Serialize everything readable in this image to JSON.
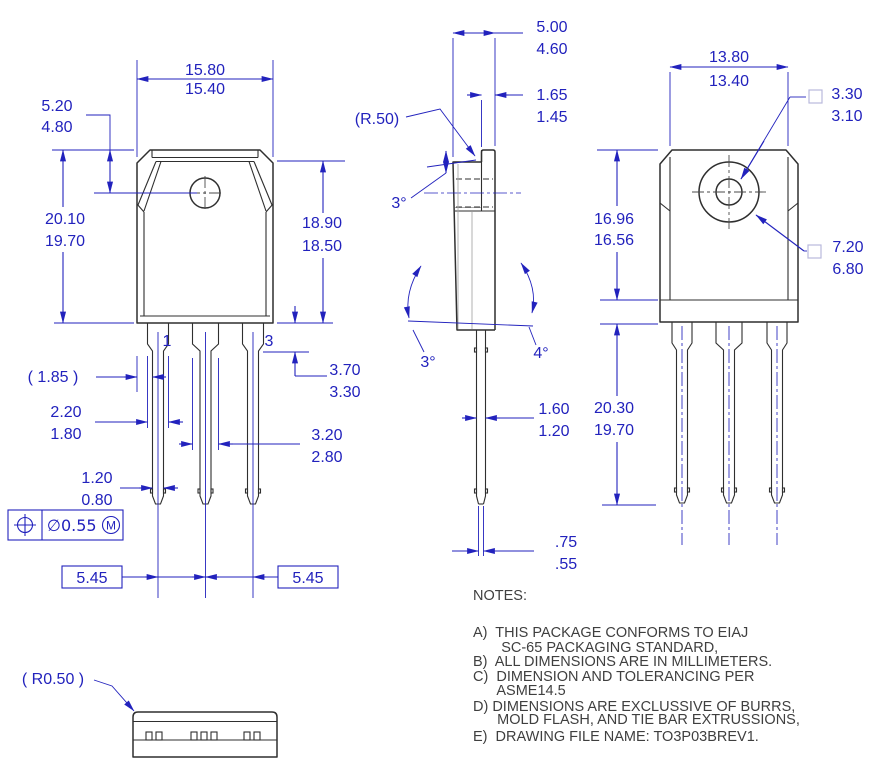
{
  "front_view": {
    "body_width": {
      "upper": "15.80",
      "lower": "15.40"
    },
    "hole_center_from_top": {
      "upper": "5.20",
      "lower": "4.80"
    },
    "overall_height": {
      "upper": "20.10",
      "lower": "19.70"
    },
    "body_height": {
      "upper": "18.90",
      "lower": "18.50"
    },
    "shoulder_length": {
      "upper": "3.70",
      "lower": "3.30"
    },
    "pin_labels": {
      "pin1": "1",
      "pin3": "3"
    },
    "edge_to_lead_ref": "( 1.85 )",
    "outer_shoulder_width": {
      "upper": "2.20",
      "lower": "1.80"
    },
    "center_shoulder_width": {
      "upper": "3.20",
      "lower": "2.80"
    },
    "lead_width": {
      "upper": "1.20",
      "lower": "0.80"
    },
    "true_position": {
      "tolerance": "∅0.55",
      "modifier": "M"
    },
    "lead_pitch_left": "5.45",
    "lead_pitch_right": "5.45"
  },
  "side_view": {
    "body_thickness": {
      "upper": "5.00",
      "lower": "4.60"
    },
    "tab_thickness": {
      "upper": "1.65",
      "lower": "1.45"
    },
    "tab_corner_radius": "(R.50)",
    "tab_draft_angle": "3°",
    "front_draft_angle": "3°",
    "back_draft_angle": "4°",
    "lead_thickness": {
      "upper": "1.60",
      "lower": "1.20"
    },
    "lead_tip_thickness": {
      "upper": ".75",
      "lower": ".55"
    }
  },
  "back_view": {
    "tab_width": {
      "upper": "13.80",
      "lower": "13.40"
    },
    "hole_diameter": {
      "upper": "3.30",
      "lower": "3.10"
    },
    "boss_diameter": {
      "upper": "7.20",
      "lower": "6.80"
    },
    "tab_height": {
      "upper": "16.96",
      "lower": "16.56"
    },
    "lead_length": {
      "upper": "20.30",
      "lower": "19.70"
    }
  },
  "bottom_view": {
    "corner_radius_ref": "( R0.50 )"
  },
  "notes": {
    "title": "NOTES:",
    "lines": [
      "A)  THIS PACKAGE CONFORMS TO EIAJ",
      "       SC-65 PACKAGING STANDARD,",
      "B)  ALL DIMENSIONS ARE IN MILLIMETERS.",
      "C)  DIMENSION AND TOLERANCING PER",
      "      ASME14.5",
      "D) DIMENSIONS ARE EXCLUSSIVE OF BURRS,",
      "      MOLD FLASH, AND TIE BAR EXTRUSSIONS,",
      "E)  DRAWING FILE NAME: TO3P03BREV1."
    ]
  },
  "colors": {
    "dimension_blue": "#2222bd",
    "outline_black": "#2f2f2f",
    "notes_gray": "#3f3f3f",
    "ghost_lavender": "#b9b9dd",
    "background": "#ffffff"
  }
}
